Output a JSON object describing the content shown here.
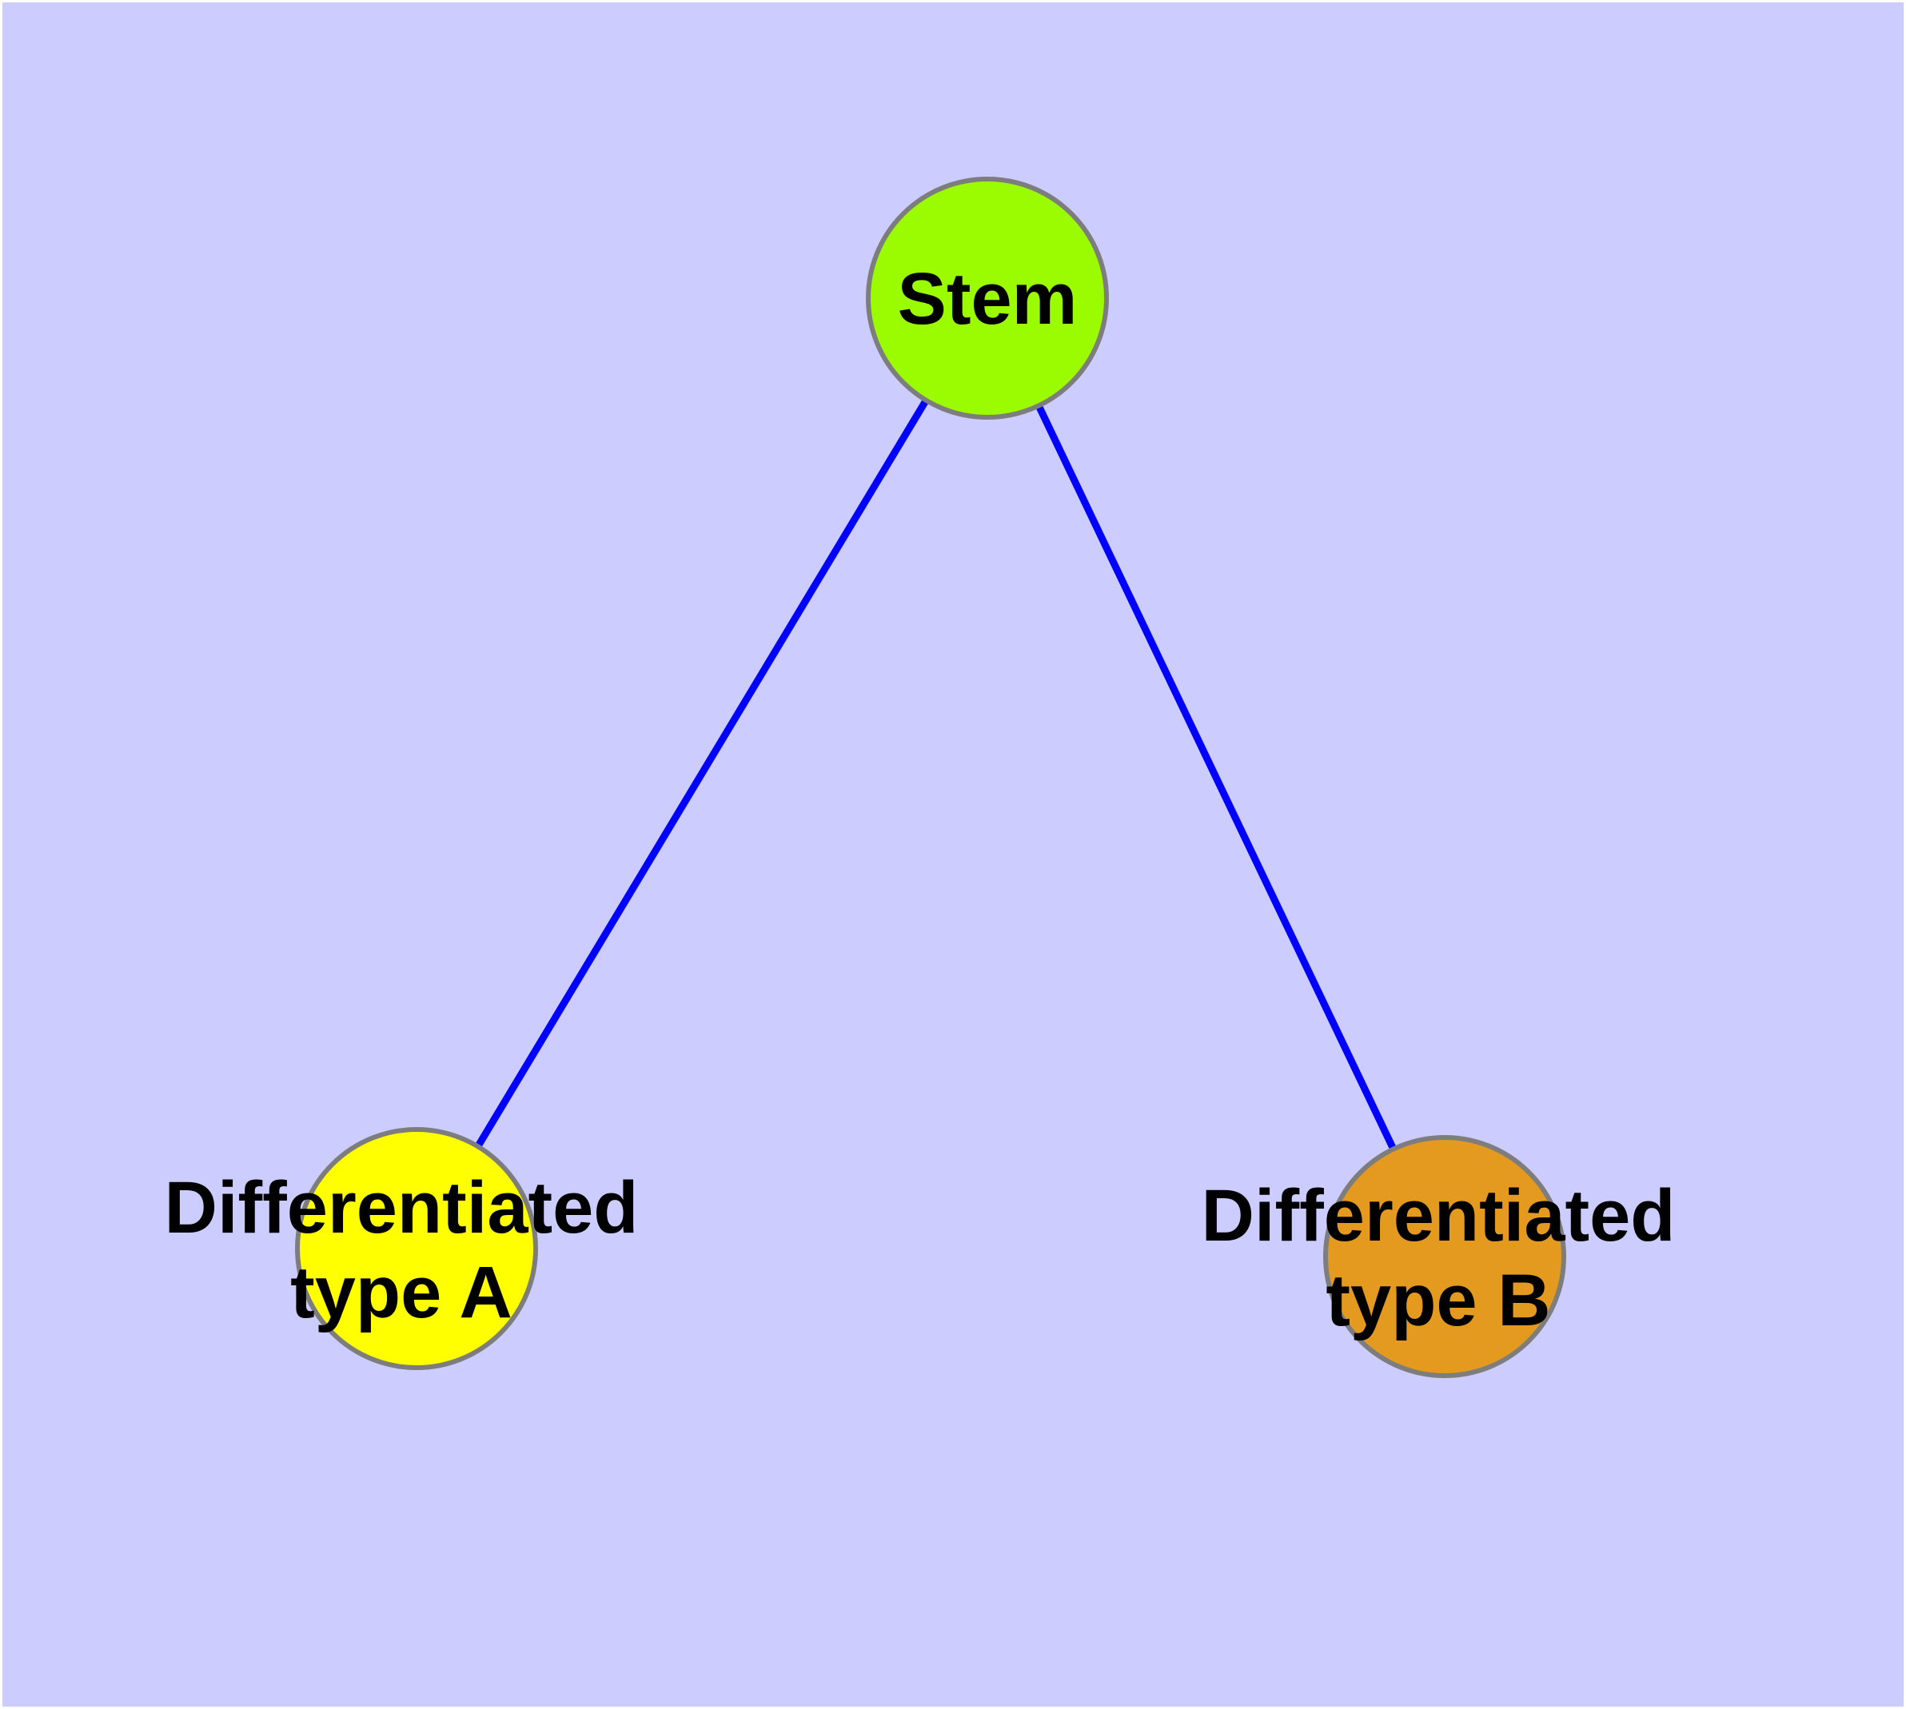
{
  "diagram": {
    "type": "graph",
    "description": "Stem cell differentiation tree with one root node and two leaf nodes",
    "background_color": "#CCCCFF",
    "page_margin_color": "#FFFFFF",
    "node_border_color": "#7D7D7D",
    "label_color": "#000000",
    "nodes": [
      {
        "id": "stem",
        "label": "Stem",
        "line1": "Stem",
        "line2": "",
        "fill_color": "#9BFB00"
      },
      {
        "id": "differentiated-type-a",
        "label": "Differentiated type A",
        "line1": "Differentiated",
        "line2": "type A",
        "fill_color": "#FFFF00"
      },
      {
        "id": "differentiated-type-b",
        "label": "Differentiated type B",
        "line1": "Differentiated",
        "line2": "type B",
        "fill_color": "#E39A1E"
      }
    ],
    "edges": [
      {
        "from": "Stem",
        "to": "Differentiated type A",
        "color": "#0000FF"
      },
      {
        "from": "Stem",
        "to": "Differentiated type B",
        "color": "#0000FF"
      }
    ]
  }
}
